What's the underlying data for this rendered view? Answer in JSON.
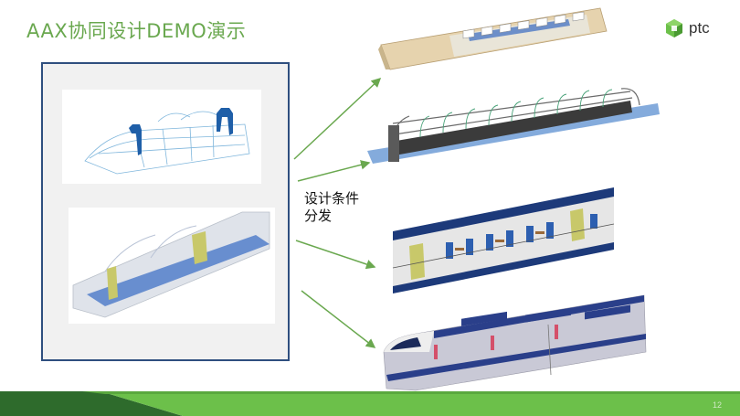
{
  "slide": {
    "title": "AAX协同设计DEMO演示",
    "center_label": "设计条件分发",
    "page_number": "12"
  },
  "logo": {
    "text": "ptc",
    "icon": "ptc-logo-icon"
  },
  "colors": {
    "accent_green": "#6aa84f",
    "frame_blue": "#2f4f7f",
    "footer_dark_green": "#2e6b2c",
    "footer_light_green": "#6cc04a"
  }
}
